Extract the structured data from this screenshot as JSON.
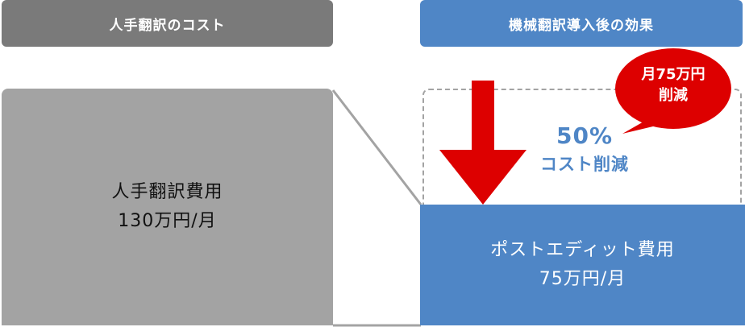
{
  "headers": {
    "left": "人手翻訳のコスト",
    "right": "機械翻訳導入後の効果"
  },
  "left_box": {
    "line1": "人手翻訳費用",
    "line2": "130万円/月"
  },
  "right_box": {
    "line1": "ポストエディット費用",
    "line2": "75万円/月"
  },
  "reduction": {
    "percent": "50%",
    "label": "コスト削減"
  },
  "bubble": {
    "line1": "月75万円",
    "line2": "削減"
  },
  "colors": {
    "grey_header": "#7a7a7a",
    "grey_box": "#a3a3a3",
    "blue": "#4f86c6",
    "red": "#dd0000"
  },
  "icons": {
    "arrow": "down-arrow-icon"
  }
}
